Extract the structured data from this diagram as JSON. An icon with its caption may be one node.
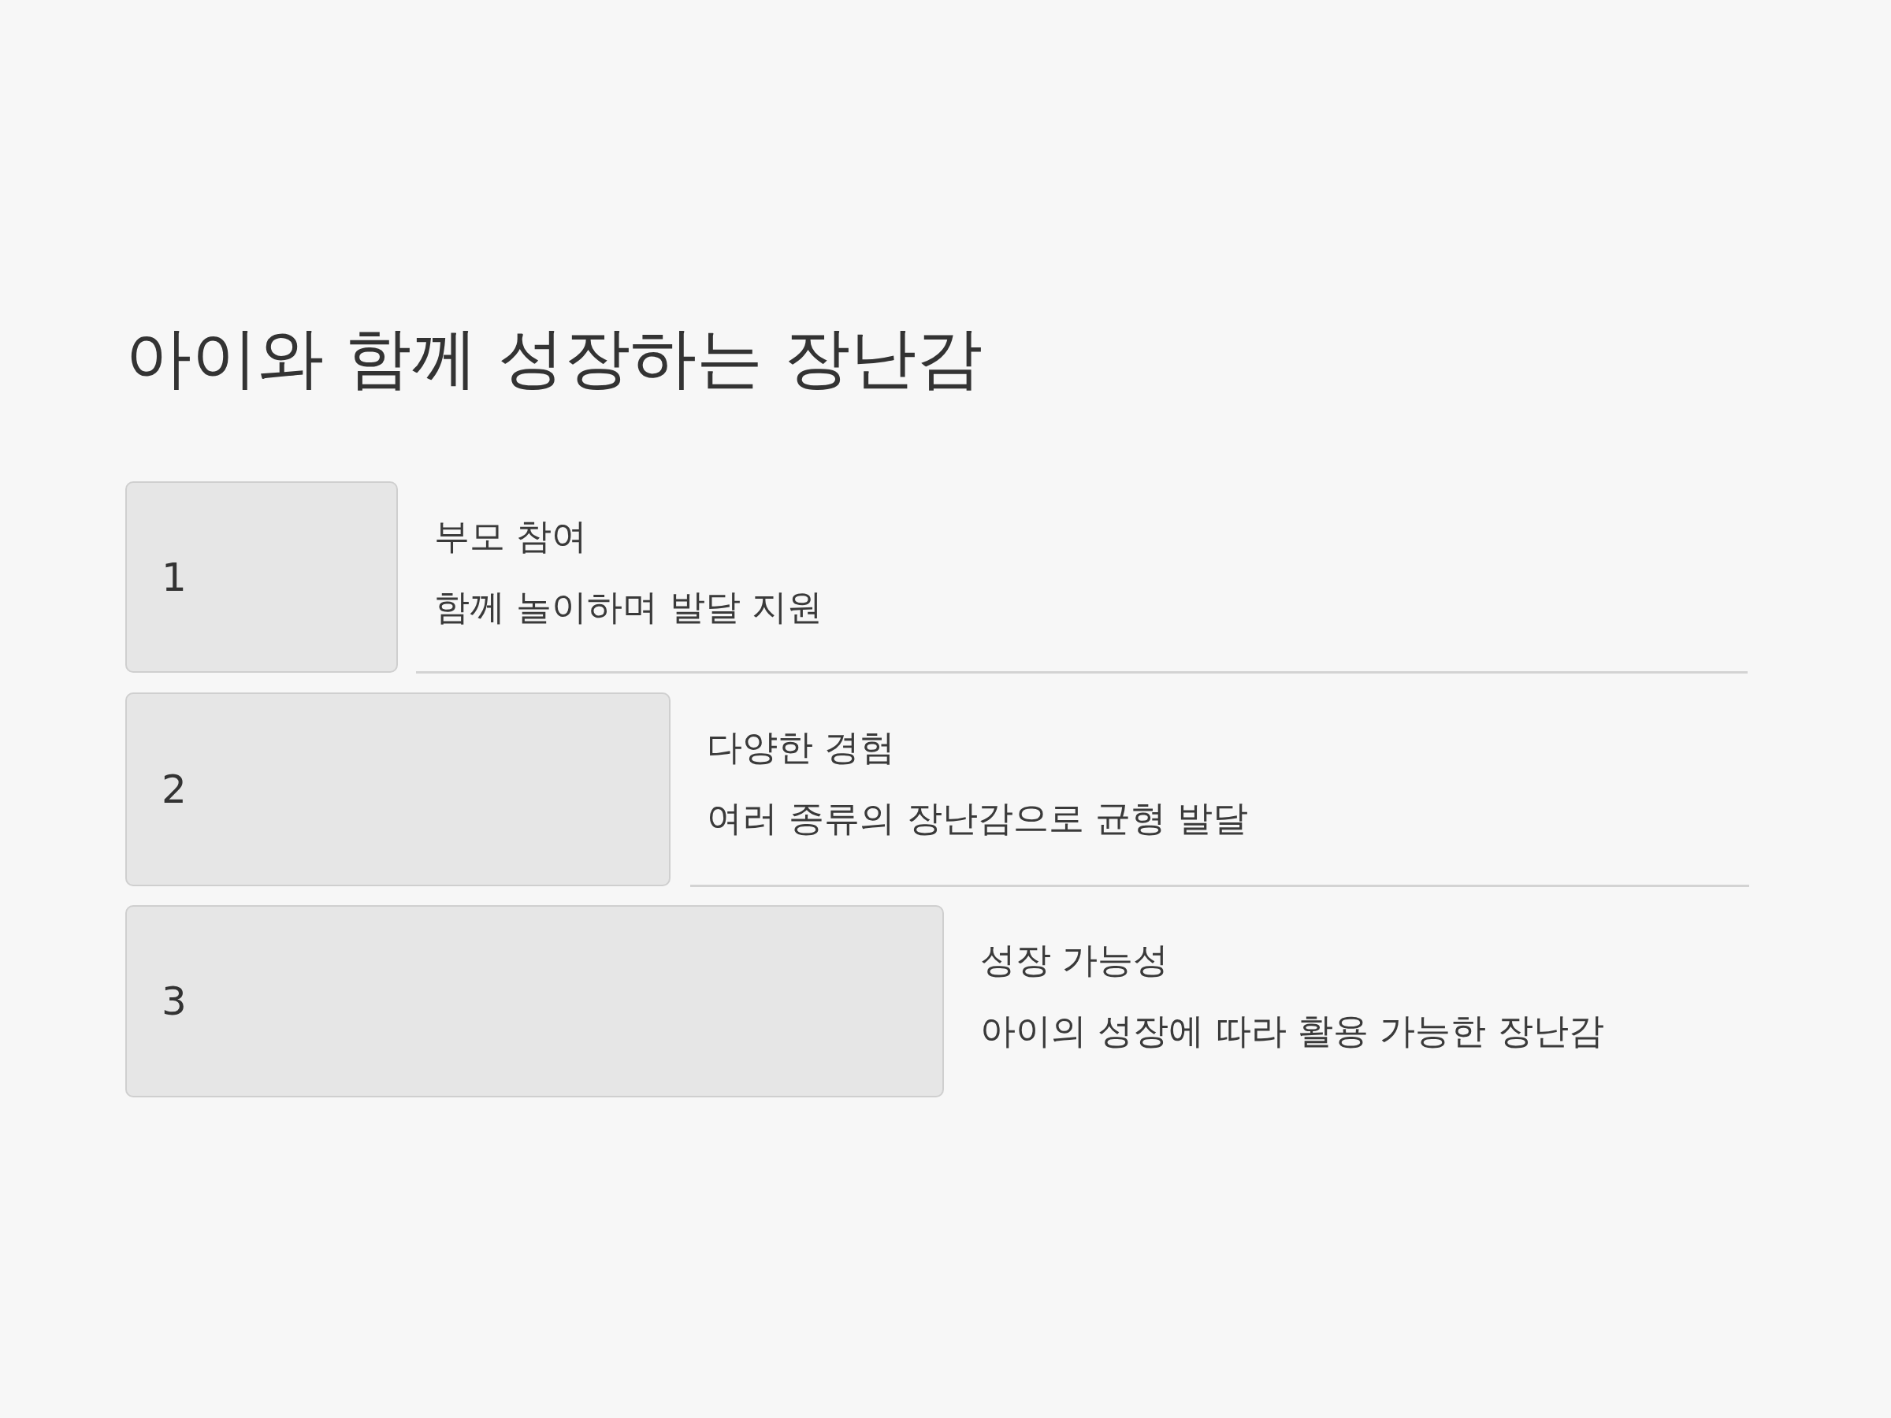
{
  "diagram": {
    "title": "아이와 함께 성장하는 장난감",
    "nodes": [
      {
        "text": [
          "1"
        ],
        "beside": [
          "부모 참여",
          "함께 놀이하며 발달 지원"
        ]
      },
      {
        "text": [
          "2"
        ],
        "beside": [
          "다양한 경험",
          "여러 종류의 장난감으로 균형 발달"
        ]
      },
      {
        "text": [
          "3"
        ],
        "beside": [
          "성장 가능성",
          "아이의 성장에 따라 활용 가능한 장난감"
        ]
      }
    ]
  }
}
